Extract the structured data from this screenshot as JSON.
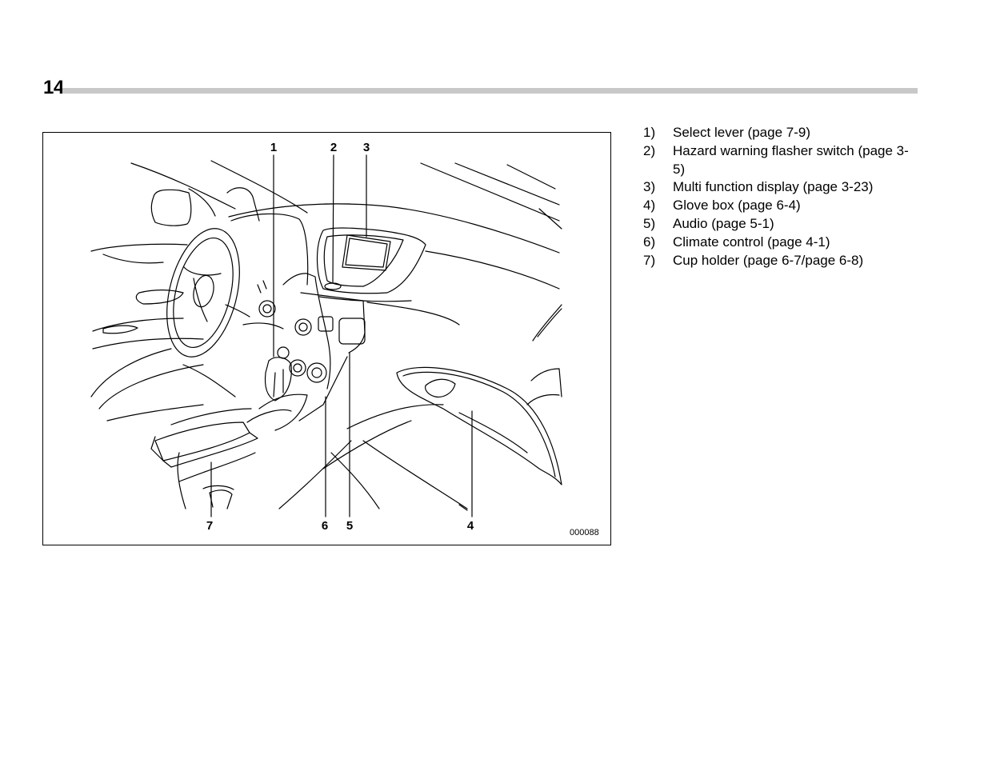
{
  "page": {
    "number": "14"
  },
  "figure": {
    "code": "000088",
    "callouts": [
      {
        "label": "1"
      },
      {
        "label": "2"
      },
      {
        "label": "3"
      },
      {
        "label": "4"
      },
      {
        "label": "5"
      },
      {
        "label": "6"
      },
      {
        "label": "7"
      }
    ]
  },
  "legend": {
    "items": [
      {
        "num": "1)",
        "text": "Select lever (page 7-9)"
      },
      {
        "num": "2)",
        "text": "Hazard warning flasher switch (page 3-5)"
      },
      {
        "num": "3)",
        "text": "Multi function display (page 3-23)"
      },
      {
        "num": "4)",
        "text": "Glove box (page 6-4)"
      },
      {
        "num": "5)",
        "text": "Audio (page 5-1)"
      },
      {
        "num": "6)",
        "text": "Climate control (page 4-1)"
      },
      {
        "num": "7)",
        "text": "Cup holder (page 6-7/page 6-8)"
      }
    ]
  }
}
